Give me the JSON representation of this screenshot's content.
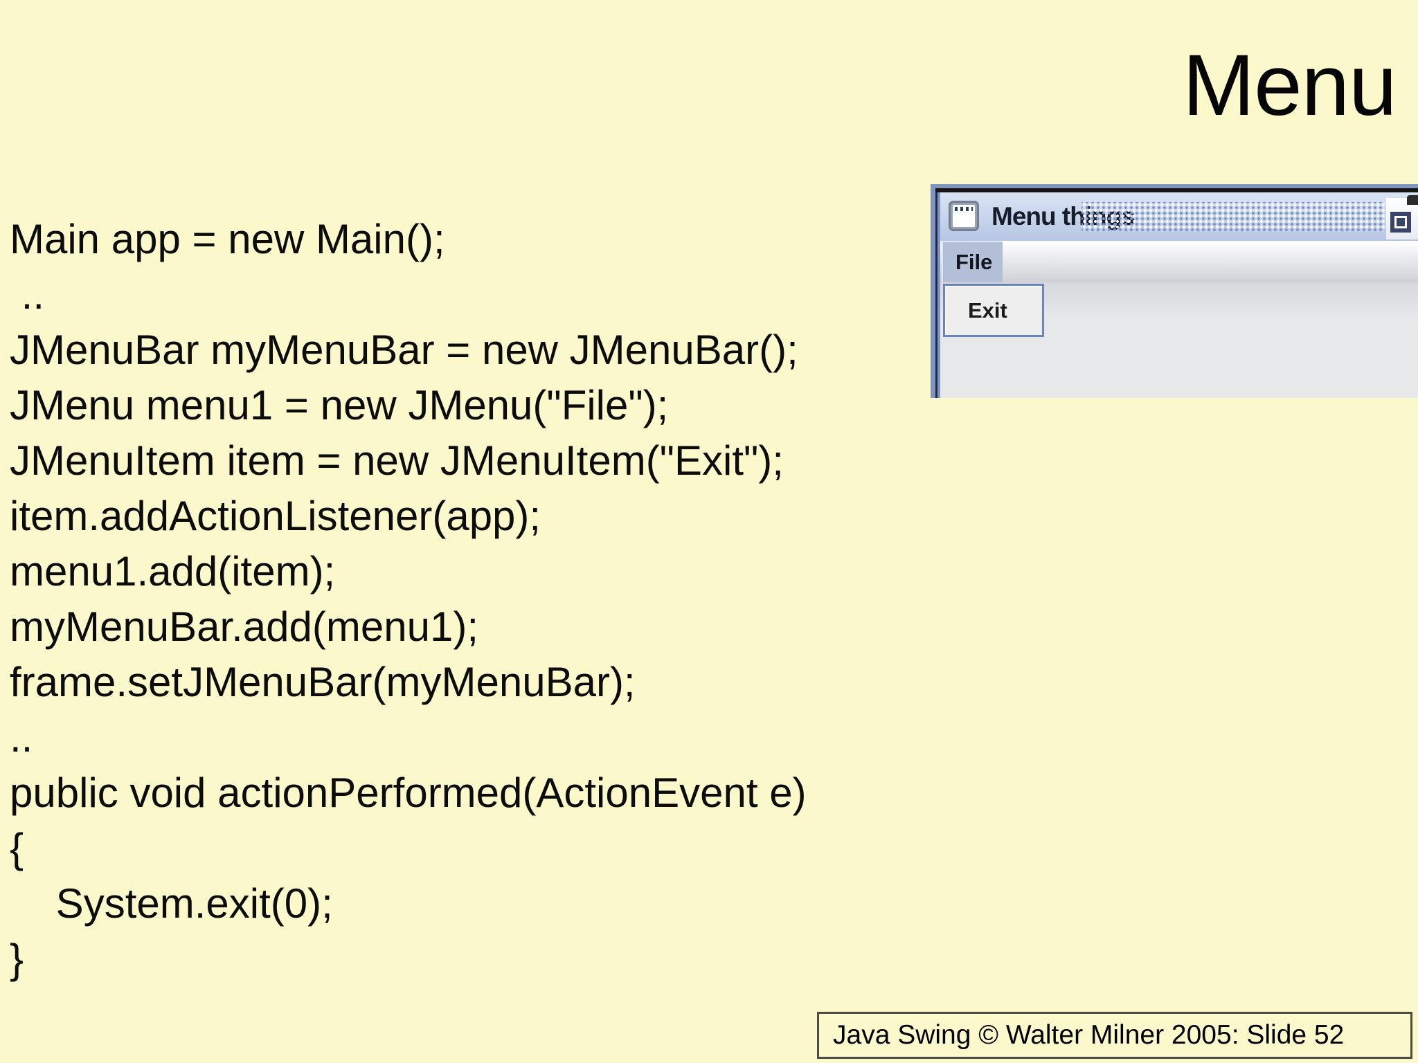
{
  "slide": {
    "title": "Menu",
    "footer_text": "Java Swing © Walter Milner 2005: Slide 52",
    "background_color": "#fbf8cb"
  },
  "code_block": {
    "lines": [
      "Main app = new Main();",
      " ..",
      "JMenuBar myMenuBar = new JMenuBar();",
      "JMenu menu1 = new JMenu(\"File\");",
      "JMenuItem item = new JMenuItem(\"Exit\");",
      "item.addActionListener(app);",
      "menu1.add(item);",
      "myMenuBar.add(menu1);",
      "frame.setJMenuBar(myMenuBar);",
      "..",
      "public void actionPerformed(ActionEvent e)",
      "{",
      "    System.exit(0);",
      "}"
    ]
  },
  "swing_window": {
    "title": "Menu things",
    "menu_bar_items": [
      "File"
    ],
    "file_menu_items": [
      "Exit"
    ],
    "icons": {
      "app_icon": "java-window-icon",
      "window_button_icon": "restore-window-icon"
    },
    "colors": {
      "frame_light": "#8094c2",
      "frame_dark": "#1f2840",
      "title_bar_top": "#dae3f4",
      "title_bar_bottom": "#b6c6e4",
      "bump_dot_blue": "#7e92c1",
      "selected_menu_background": "#b2bfd6",
      "popup_background": "#eeeeee",
      "popup_border": "#6d83bb",
      "content_background": "#e7e8ea"
    }
  }
}
